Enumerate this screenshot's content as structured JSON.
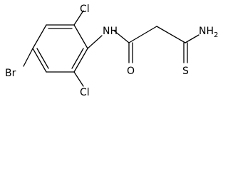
{
  "molecule": {
    "atoms": {
      "cl_top": "Cl",
      "nh": "NH",
      "nh2": "NH",
      "nh2_sub": "2",
      "o": "O",
      "s": "S",
      "br": "Br",
      "cl_bottom": "Cl"
    }
  }
}
